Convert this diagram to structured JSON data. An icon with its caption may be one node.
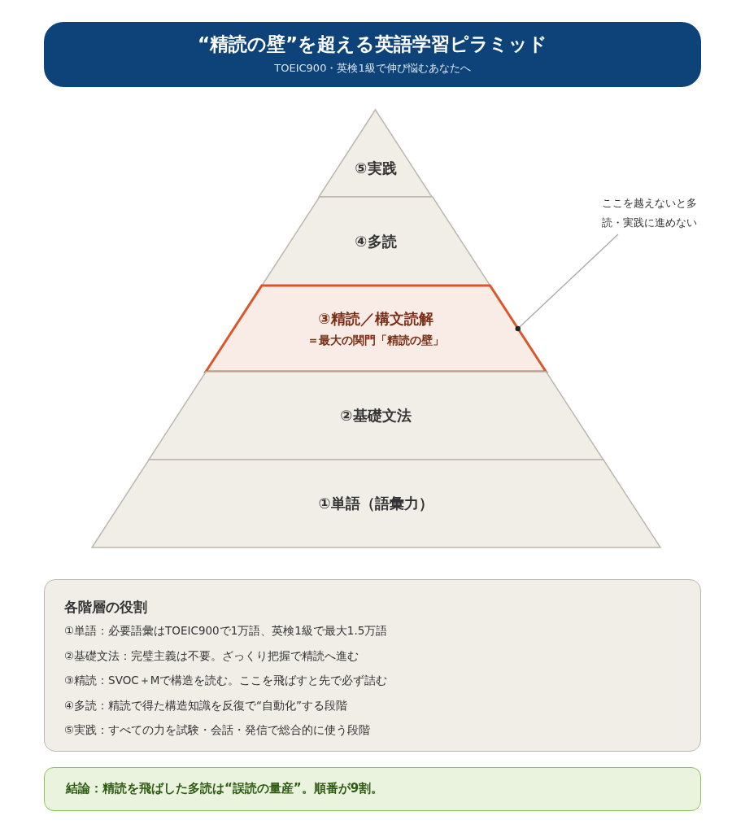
{
  "diagram": {
    "nodes": [
      {
        "text": [
          "“精読の壁”を超える英語学習ピラミッド",
          "TOEIC900・英検1級で伸び悩むあなたへ"
        ]
      },
      {
        "text": [
          "⑤実践"
        ]
      },
      {
        "text": [
          "④多読"
        ]
      },
      {
        "text": [
          "③精読／構文読解",
          "＝最大の関門「精読の壁」"
        ]
      },
      {
        "text": [
          "②基礎文法"
        ]
      },
      {
        "text": [
          "①単語（語彙力）"
        ]
      },
      {
        "text": [
          "ここを越えないと多読・実践に進めない"
        ]
      },
      {
        "text": [
          "各階層の役割",
          "①単語：必要語彙はTOEIC900で1万語、英検1級で最大1.5万語",
          "②基礎文法：完璧主義は不要。ざっくり把握で精読へ進む",
          "③精読：SVOC＋Mで構造を読む。ここを飛ばすと先で必ず詰む",
          "④多読：精読で得た構造知識を反復で“自動化”する段階",
          "⑤実践：すべての力を試験・会話・発信で総合的に使う段階"
        ]
      },
      {
        "text": [
          "結論：精読を飛ばした多読は“誤読の量産”。順番が9割。"
        ]
      }
    ],
    "edges": [
      {
        "from": 6,
        "to": 3,
        "arrow": "other"
      }
    ]
  }
}
